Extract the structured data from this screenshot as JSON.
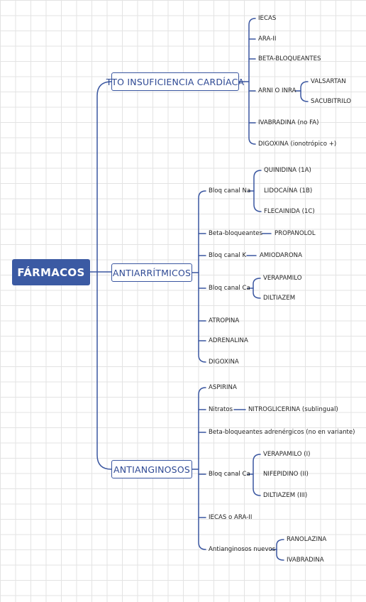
{
  "root": "FÁRMACOS",
  "insuficiencia": {
    "title": "TTO INSUFICIENCIA CARDÍACA",
    "items": [
      "IECAS",
      "ARA-II",
      "BETA-BLOQUEANTES",
      "ARNI O INRA",
      "IVABRADINA (no FA)",
      "DIGOXINA (ionotrópico +)"
    ],
    "arni_children": [
      "VALSARTAN",
      "SACUBITRILO"
    ]
  },
  "antiarritmicos": {
    "title": "ANTIARRÍTMICOS",
    "bloq_na": "Bloq canal Na",
    "bloq_na_children": [
      "QUINIDINA (1A)",
      "LIDOCAÍNA (1B)",
      "FLECAINIDA (1C)"
    ],
    "beta": "Beta-bloqueantes",
    "beta_child": "PROPANOLOL",
    "bloq_k": "Bloq canal K",
    "bloq_k_child": "AMIODARONA",
    "bloq_ca": "Bloq canal Ca",
    "bloq_ca_children": [
      "VERAPAMILO",
      "DILTIAZEM"
    ],
    "others": [
      "ATROPINA",
      "ADRENALINA",
      "DIGOXINA"
    ]
  },
  "antianginosos": {
    "title": "ANTIANGINOSOS",
    "aspirina": "ASPIRINA",
    "nitratos": "Nitratos",
    "nitratos_child": "NITROGLICERINA (sublingual)",
    "beta": "Beta-bloqueantes adrenérgicos (no en variante)",
    "bloq_ca": "Bloq canal Ca",
    "bloq_ca_children": [
      "VERAPAMILO (I)",
      "NIFEPIDINO (II)",
      "DILTIAZEM (III)"
    ],
    "iecas": "IECAS o ARA-II",
    "nuevos": "Antianginosos nuevos",
    "nuevos_children": [
      "RANOLAZINA",
      "IVABRADINA"
    ]
  }
}
